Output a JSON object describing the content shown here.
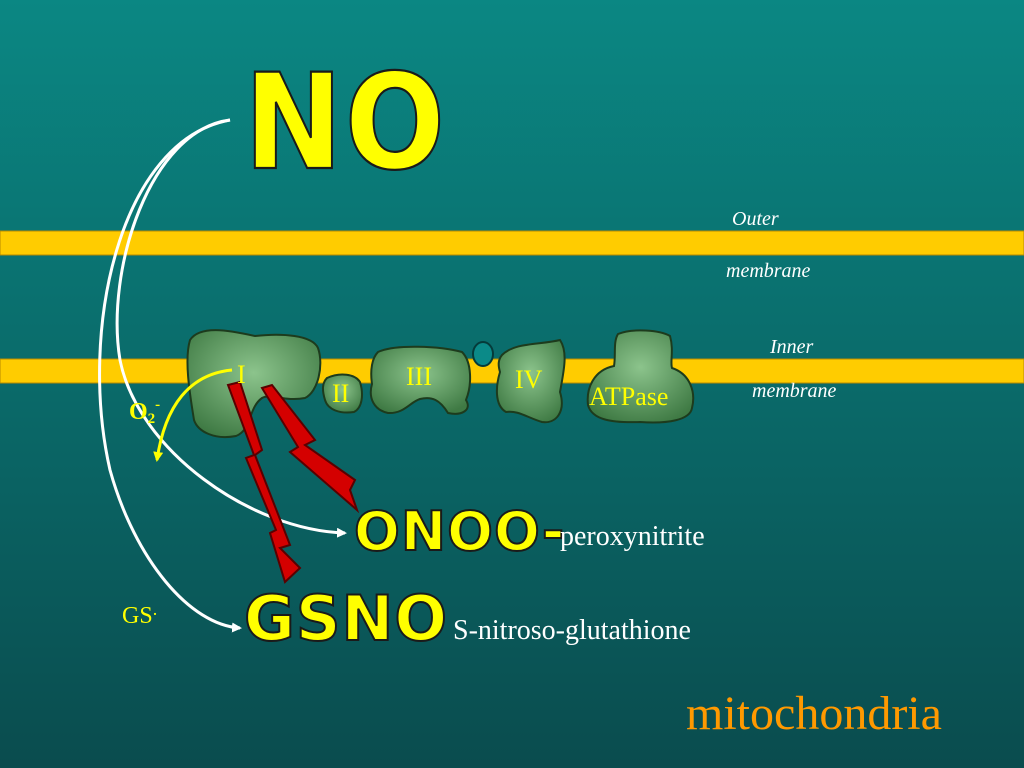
{
  "molecules": {
    "no": "NO",
    "onoo": "ONOO-",
    "gsno": "GSNO"
  },
  "descriptions": {
    "peroxynitrite": "peroxynitrite",
    "snitroso": "S-nitroso-glutathione"
  },
  "membranes": {
    "outer_line1": "Outer",
    "outer_line2": "membrane",
    "inner_line1": "Inner",
    "inner_line2": "membrane"
  },
  "complexes": {
    "c1": "I",
    "c2": "II",
    "c3": "III",
    "c4": "IV",
    "atpase": "ATPase"
  },
  "species": {
    "superoxide_base": "O",
    "superoxide_sub": "2",
    "superoxide_sup": "-",
    "glutathionyl_base": "GS",
    "glutathionyl_sup": "."
  },
  "footer": {
    "organelle": "mitochondria"
  },
  "colors": {
    "background_top": "#0b8783",
    "background_bottom": "#0a4c4e",
    "membrane": "#ffcc00",
    "complex_fill": "#5e9a5e",
    "lightning": "#d40000",
    "label_yellow": "#ffff00",
    "organelle_text": "#ff9900"
  }
}
